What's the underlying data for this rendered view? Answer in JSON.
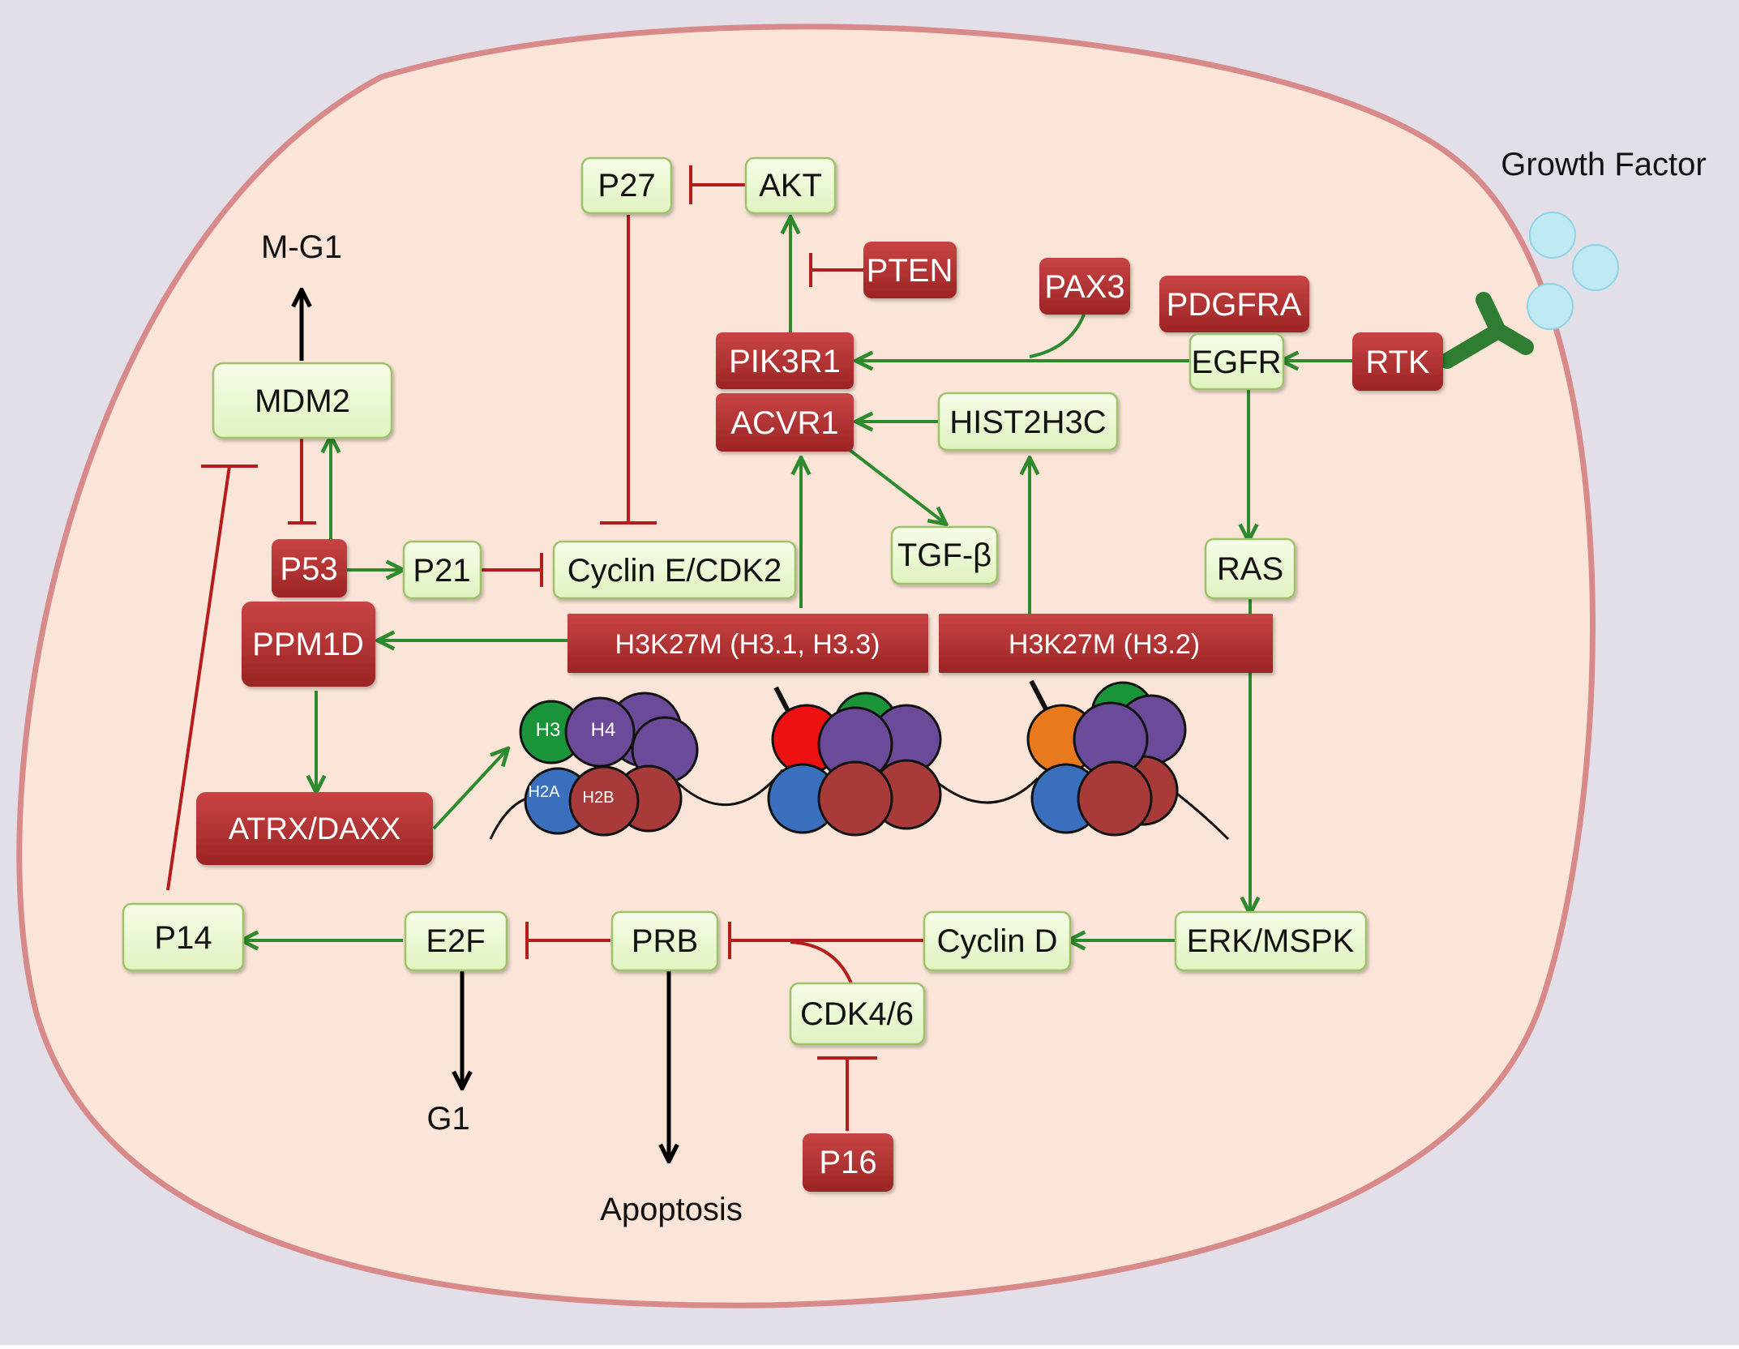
{
  "colors": {
    "background": "#e3dfe9",
    "cell_fill": "#fbe5d8",
    "cell_border": "#d88a8a",
    "green_node_fill": "#eef9d6",
    "green_node_border": "#9cc36a",
    "red_node_fill": "#b43434",
    "activation": "#2d8a2d",
    "inhibition": "#b51c1c",
    "flow": "#000000",
    "growth_factor": "#bfe9f3",
    "receptor": "#2e7d32",
    "histone_h3": "#1a9438",
    "histone_h4": "#6b4a9a",
    "histone_h2a": "#3a6fbe",
    "histone_h2b": "#a83a3a",
    "mutant_h3_1": "#ee1111",
    "mutant_h3_2": "#e8791c"
  },
  "labels": {
    "growth_factor": "Growth Factor",
    "m_g1": "M-G1",
    "g1": "G1",
    "apoptosis": "Apoptosis"
  },
  "nodes": {
    "p27": "P27",
    "akt": "AKT",
    "pten": "PTEN",
    "pax3": "PAX3",
    "pdgfra": "PDGFRA",
    "pik3r1": "PIK3R1",
    "egfr": "EGFR",
    "rtk": "RTK",
    "acvr1": "ACVR1",
    "hist2h3c": "HIST2H3C",
    "mdm2": "MDM2",
    "tgfb": "TGF-β",
    "ras": "RAS",
    "p53": "P53",
    "p21": "P21",
    "cyclin_e": "Cyclin E/CDK2",
    "ppm1d": "PPM1D",
    "h3k27m_a": "H3K27M (H3.1, H3.3)",
    "h3k27m_b": "H3K27M (H3.2)",
    "atrx": "ATRX/DAXX",
    "p14": "P14",
    "e2f": "E2F",
    "prb": "PRB",
    "cyclin_d": "Cyclin D",
    "erk": "ERK/MSPK",
    "cdk46": "CDK4/6",
    "p16": "P16"
  },
  "histones": {
    "h3": "H3",
    "h4": "H4",
    "h2a": "H2A",
    "h2b": "H2B"
  }
}
